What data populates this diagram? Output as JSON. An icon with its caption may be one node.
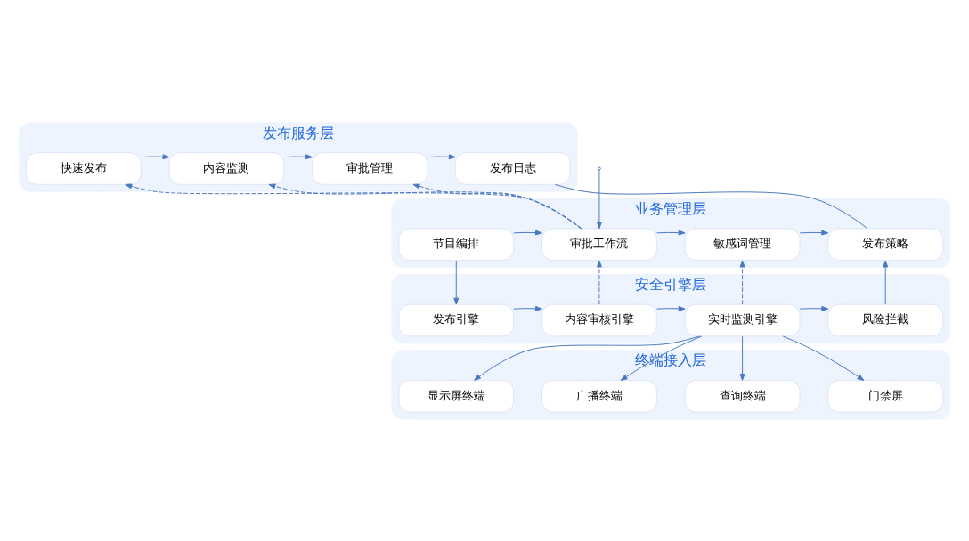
{
  "diagram": {
    "nodes": [
      {
        "text": [
          "发布服务层"
        ]
      },
      {
        "text": [
          "快速发布"
        ],
        "in": 0
      },
      {
        "text": [
          "内容监测"
        ],
        "in": 0
      },
      {
        "text": [
          "审批管理"
        ],
        "in": 0
      },
      {
        "text": [
          "发布日志"
        ],
        "in": 0
      },
      {
        "text": [
          "业务管理层"
        ]
      },
      {
        "text": [
          "节目编排"
        ],
        "in": 5
      },
      {
        "text": [
          "审批工作流"
        ],
        "in": 5
      },
      {
        "text": [
          "敏感词管理"
        ],
        "in": 5
      },
      {
        "text": [
          "发布策略"
        ],
        "in": 5
      },
      {
        "text": [
          "安全引擎层"
        ]
      },
      {
        "text": [
          "发布引擎"
        ],
        "in": 10
      },
      {
        "text": [
          "内容审核引擎"
        ],
        "in": 10
      },
      {
        "text": [
          "实时监测引擎"
        ],
        "in": 10
      },
      {
        "text": [
          "风险拦截"
        ],
        "in": 10
      },
      {
        "text": [
          "终端接入层"
        ]
      },
      {
        "text": [
          "显示屏终端"
        ],
        "in": 15
      },
      {
        "text": [
          "广播终端"
        ],
        "in": 15
      },
      {
        "text": [
          "查询终端"
        ],
        "in": 15
      },
      {
        "text": [
          "门禁屏"
        ],
        "in": 15
      }
    ],
    "edges": [
      {
        "from": 1,
        "to": 2,
        "arrow": "to"
      },
      {
        "from": 2,
        "to": 3,
        "arrow": "to"
      },
      {
        "from": 3,
        "to": 4,
        "arrow": "to"
      },
      {
        "from": 7,
        "to": 1,
        "arrow": "to",
        "style": "dashed"
      },
      {
        "from": 7,
        "to": 2,
        "arrow": "to",
        "style": "dashed"
      },
      {
        "from": 7,
        "to": 3,
        "arrow": "to",
        "style": "dashed"
      },
      {
        "from": null,
        "to": 7,
        "arrow": "to"
      },
      {
        "from": 4,
        "to": 9,
        "arrow": "none"
      },
      {
        "from": 6,
        "to": 7,
        "arrow": "to"
      },
      {
        "from": 7,
        "to": 8,
        "arrow": "to"
      },
      {
        "from": 8,
        "to": 9,
        "arrow": "to"
      },
      {
        "from": 6,
        "to": 11,
        "arrow": "to"
      },
      {
        "from": 11,
        "to": 12,
        "arrow": "to"
      },
      {
        "from": 12,
        "to": 13,
        "arrow": "to"
      },
      {
        "from": 13,
        "to": 14,
        "arrow": "to"
      },
      {
        "from": 12,
        "to": 7,
        "arrow": "to",
        "style": "dashed"
      },
      {
        "from": 13,
        "to": 8,
        "arrow": "to",
        "style": "dashed"
      },
      {
        "from": 14,
        "to": 9,
        "arrow": "to"
      },
      {
        "from": 13,
        "to": 16,
        "arrow": "to"
      },
      {
        "from": 13,
        "to": 17,
        "arrow": "to"
      },
      {
        "from": 13,
        "to": 18,
        "arrow": "to"
      },
      {
        "from": 13,
        "to": 19,
        "arrow": "to"
      }
    ]
  }
}
